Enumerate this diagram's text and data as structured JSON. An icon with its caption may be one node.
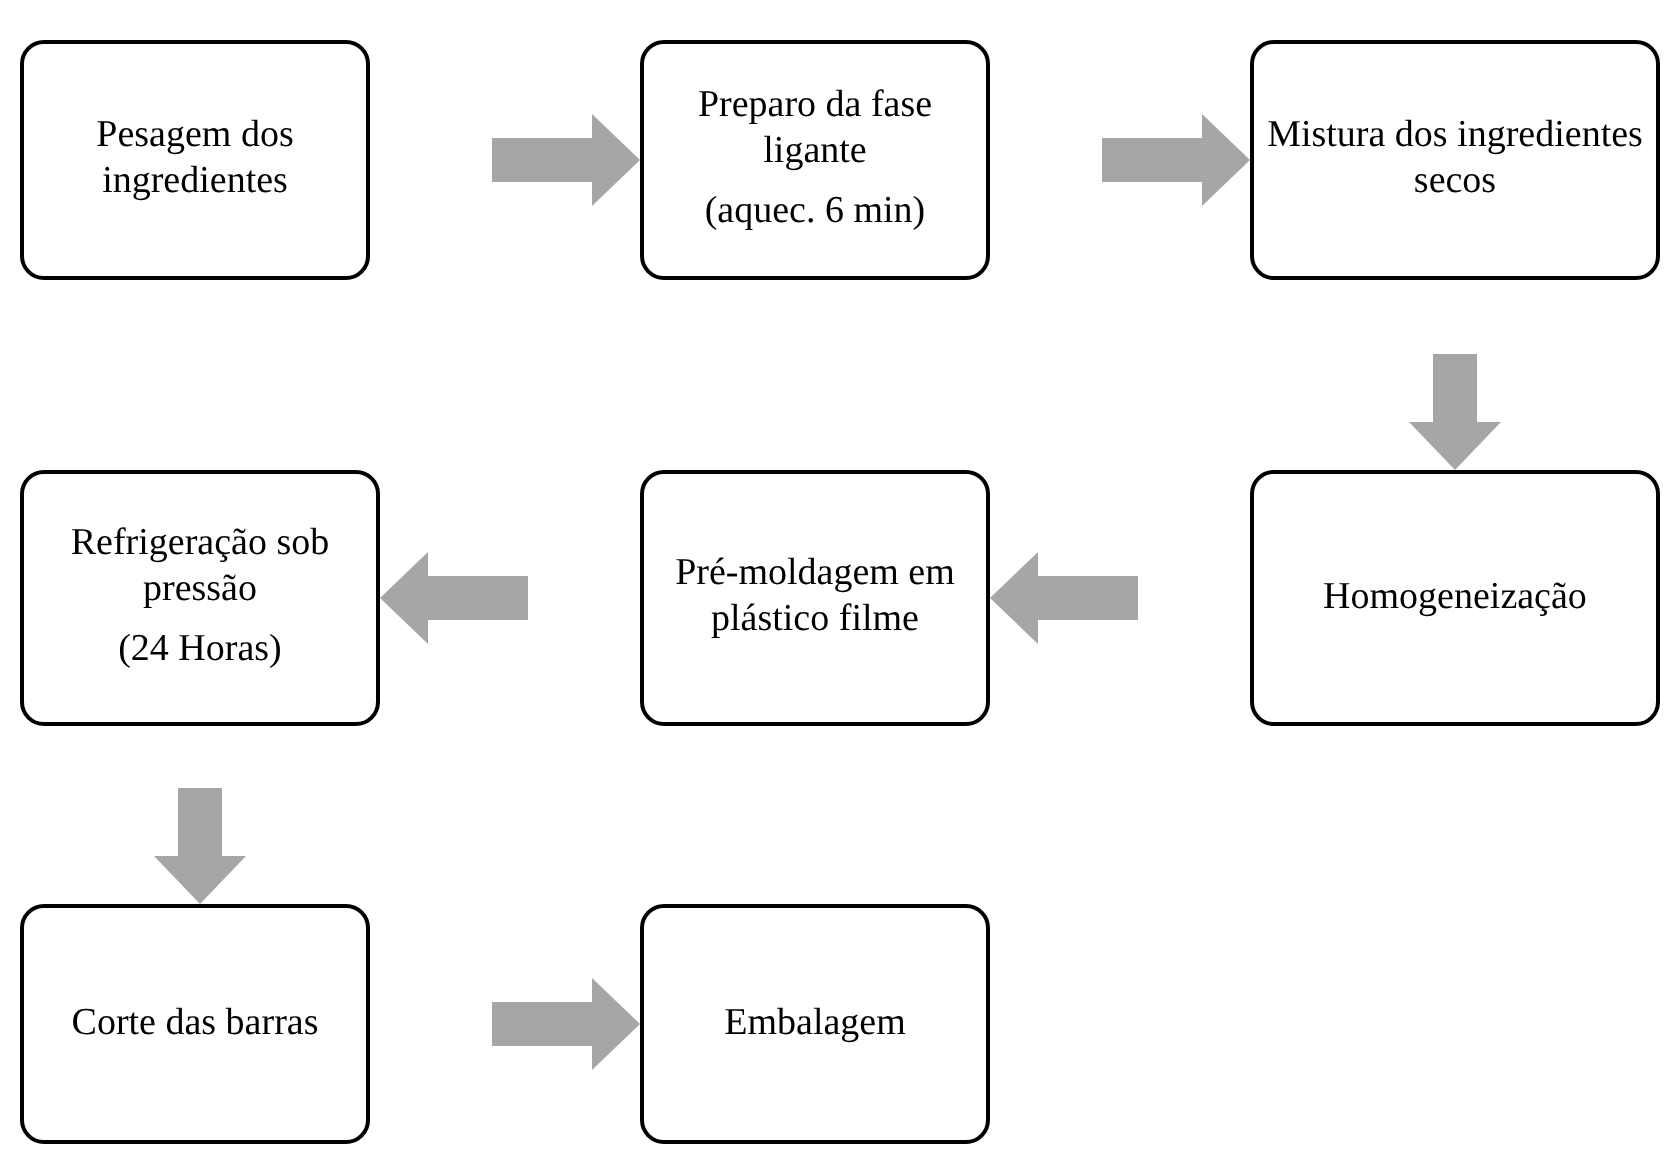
{
  "diagram": {
    "nodes": [
      {
        "text": [
          "Pesagem dos ingredientes"
        ]
      },
      {
        "text": [
          "Preparo da fase ligante",
          "(aquec. 6 min)"
        ]
      },
      {
        "text": [
          "Mistura dos ingredientes secos"
        ]
      },
      {
        "text": [
          "Homogeneização"
        ]
      },
      {
        "text": [
          "Pré-moldagem em plástico filme"
        ]
      },
      {
        "text": [
          "Refrigeração sob pressão",
          "(24 Horas)"
        ]
      },
      {
        "text": [
          "Corte das barras"
        ]
      },
      {
        "text": [
          "Embalagem"
        ]
      }
    ],
    "edges": [
      {
        "from": 0,
        "to": 1,
        "arrow": "to"
      },
      {
        "from": 1,
        "to": 2,
        "arrow": "to"
      },
      {
        "from": 2,
        "to": 3,
        "arrow": "to"
      },
      {
        "from": 3,
        "to": 4,
        "arrow": "to"
      },
      {
        "from": 4,
        "to": 5,
        "arrow": "to"
      },
      {
        "from": 5,
        "to": 6,
        "arrow": "to"
      },
      {
        "from": 6,
        "to": 7,
        "arrow": "to"
      }
    ]
  }
}
